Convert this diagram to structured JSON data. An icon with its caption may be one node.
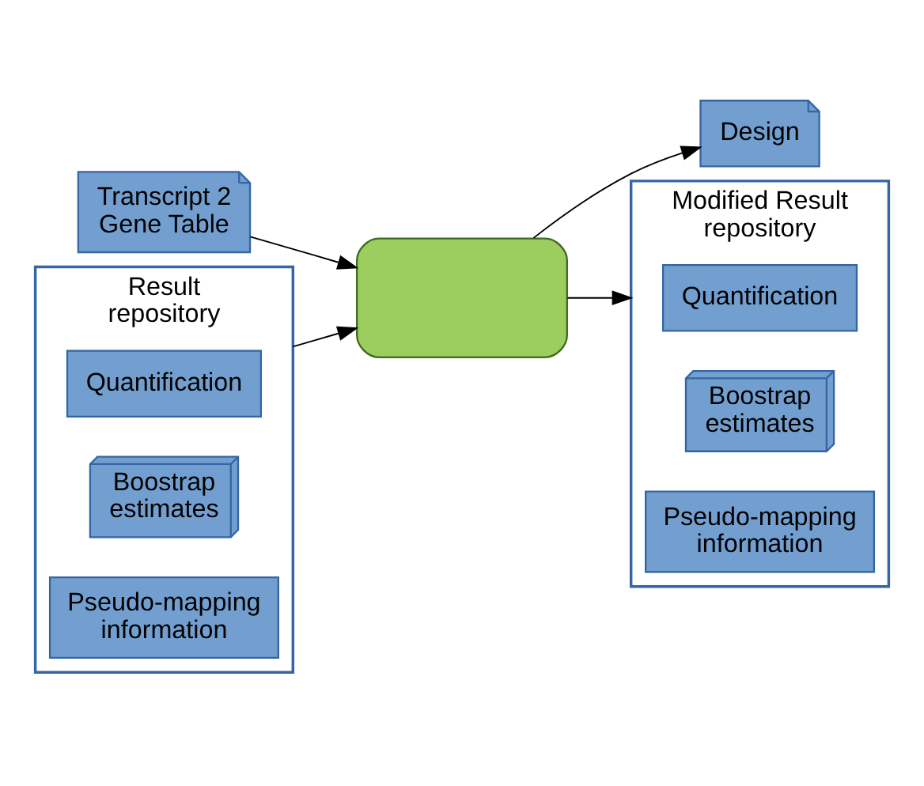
{
  "diagram": {
    "nodes": [
      {
        "text": [
          "Transcript 2 Gene Table"
        ]
      },
      {
        "text": [],
        "shape": "box"
      },
      {
        "text": [
          "Design"
        ]
      },
      {
        "text": [
          "Result repository"
        ]
      },
      {
        "text": [
          "Quantification"
        ],
        "in": 3
      },
      {
        "text": [
          "Boostrap estimates"
        ],
        "in": 3
      },
      {
        "text": [
          "Pseudo-mapping information"
        ],
        "in": 3
      },
      {
        "text": [
          "Modified Result repository"
        ]
      },
      {
        "text": [
          "Quantification"
        ],
        "in": 7
      },
      {
        "text": [
          "Boostrap estimates"
        ],
        "in": 7
      },
      {
        "text": [
          "Pseudo-mapping information"
        ],
        "in": 7
      }
    ],
    "edges": [
      {
        "from": 0,
        "to": 1,
        "arrow": "to"
      },
      {
        "from": 3,
        "to": 1,
        "arrow": "to"
      },
      {
        "from": 1,
        "to": 2,
        "arrow": "to"
      },
      {
        "from": 1,
        "to": 7,
        "arrow": "to"
      }
    ]
  }
}
